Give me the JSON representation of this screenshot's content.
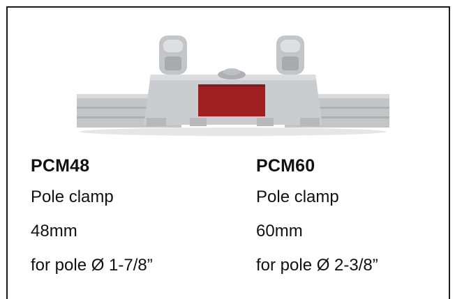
{
  "products": [
    {
      "model": "PCM48",
      "name": "Pole clamp",
      "size": "48mm",
      "pole": "for pole Ø 1-7/8”"
    },
    {
      "model": "PCM60",
      "name": "Pole clamp",
      "size": "60mm",
      "pole": "for pole Ø 2-3/8”"
    }
  ],
  "colors": {
    "body": "#c9cacc",
    "label": "#a01f23",
    "border": "#1a1a1a"
  }
}
